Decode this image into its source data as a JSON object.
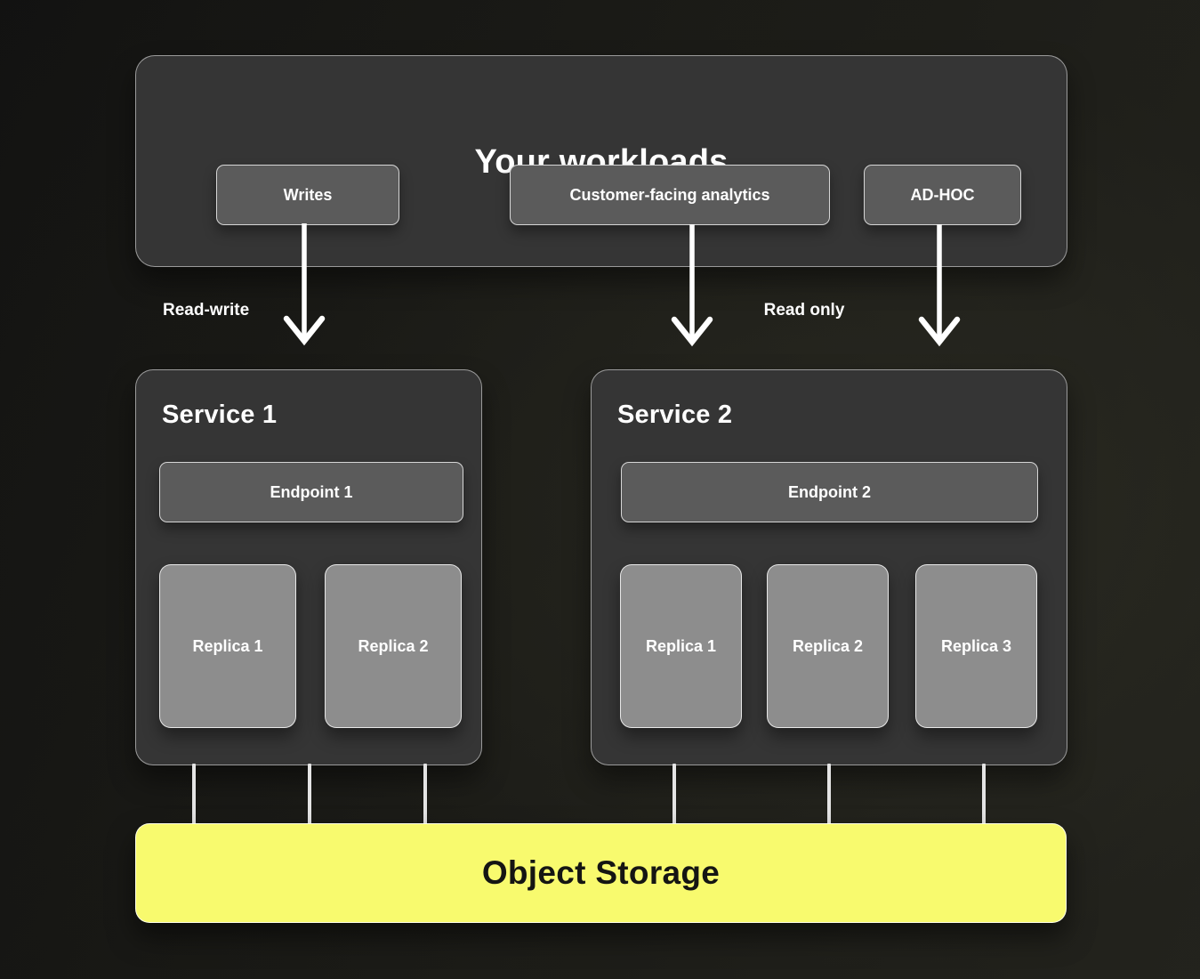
{
  "workloads_panel": {
    "title": "Your workloads",
    "buttons": [
      {
        "label": "Writes"
      },
      {
        "label": "Customer-facing analytics"
      },
      {
        "label": "AD-HOC"
      }
    ]
  },
  "flow_labels": {
    "read_write": "Read-write",
    "read_only": "Read only"
  },
  "services": [
    {
      "title": "Service 1",
      "endpoint": "Endpoint 1",
      "replicas": [
        "Replica 1",
        "Replica 2"
      ]
    },
    {
      "title": "Service 2",
      "endpoint": "Endpoint 2",
      "replicas": [
        "Replica 1",
        "Replica 2",
        "Replica 3"
      ]
    }
  ],
  "storage": {
    "label": "Object Storage"
  },
  "colors": {
    "storage_accent": "#f8fa6e",
    "panel_fill": "#353535",
    "chip_fill": "#5b5b5b",
    "replica_fill": "#8d8d8d",
    "background_dark": "#121211",
    "arrow": "#ffffff"
  }
}
